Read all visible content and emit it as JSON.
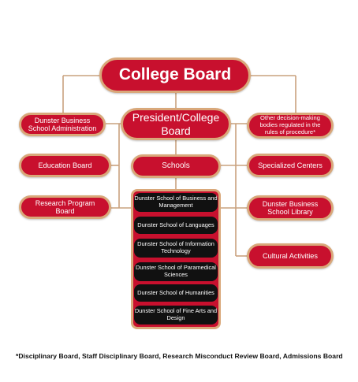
{
  "title": "College Board",
  "president": "President/College Board",
  "left_nodes": {
    "administration": "Dunster Business School Administration",
    "education": "Education Board",
    "research": "Research Program Board"
  },
  "center_nodes": {
    "schools": "Schools"
  },
  "right_nodes": {
    "other_bodies": "Other decision-making bodies regulated in the rules of procedure*",
    "centers": "Specialized Centers",
    "library": "Dunster Business School Library",
    "cultural": "Cultural Activities"
  },
  "schools_list": [
    "Dunster School of Business and Management",
    "Dunster School of Languages",
    "Dunster School of Information Technology",
    "Dunster School of Paramedical Sciences",
    "Dunster School of Humanities",
    "Dunster School of Fine Arts and Design"
  ],
  "footnote": "*Disciplinary Board, Staff Disciplinary Board, Research Misconduct Review Board, Admissions Board",
  "colors": {
    "node_fill": "#c8102e",
    "node_border": "#d9a87a",
    "connector": "#c9a27e",
    "school_fill": "#111111"
  }
}
